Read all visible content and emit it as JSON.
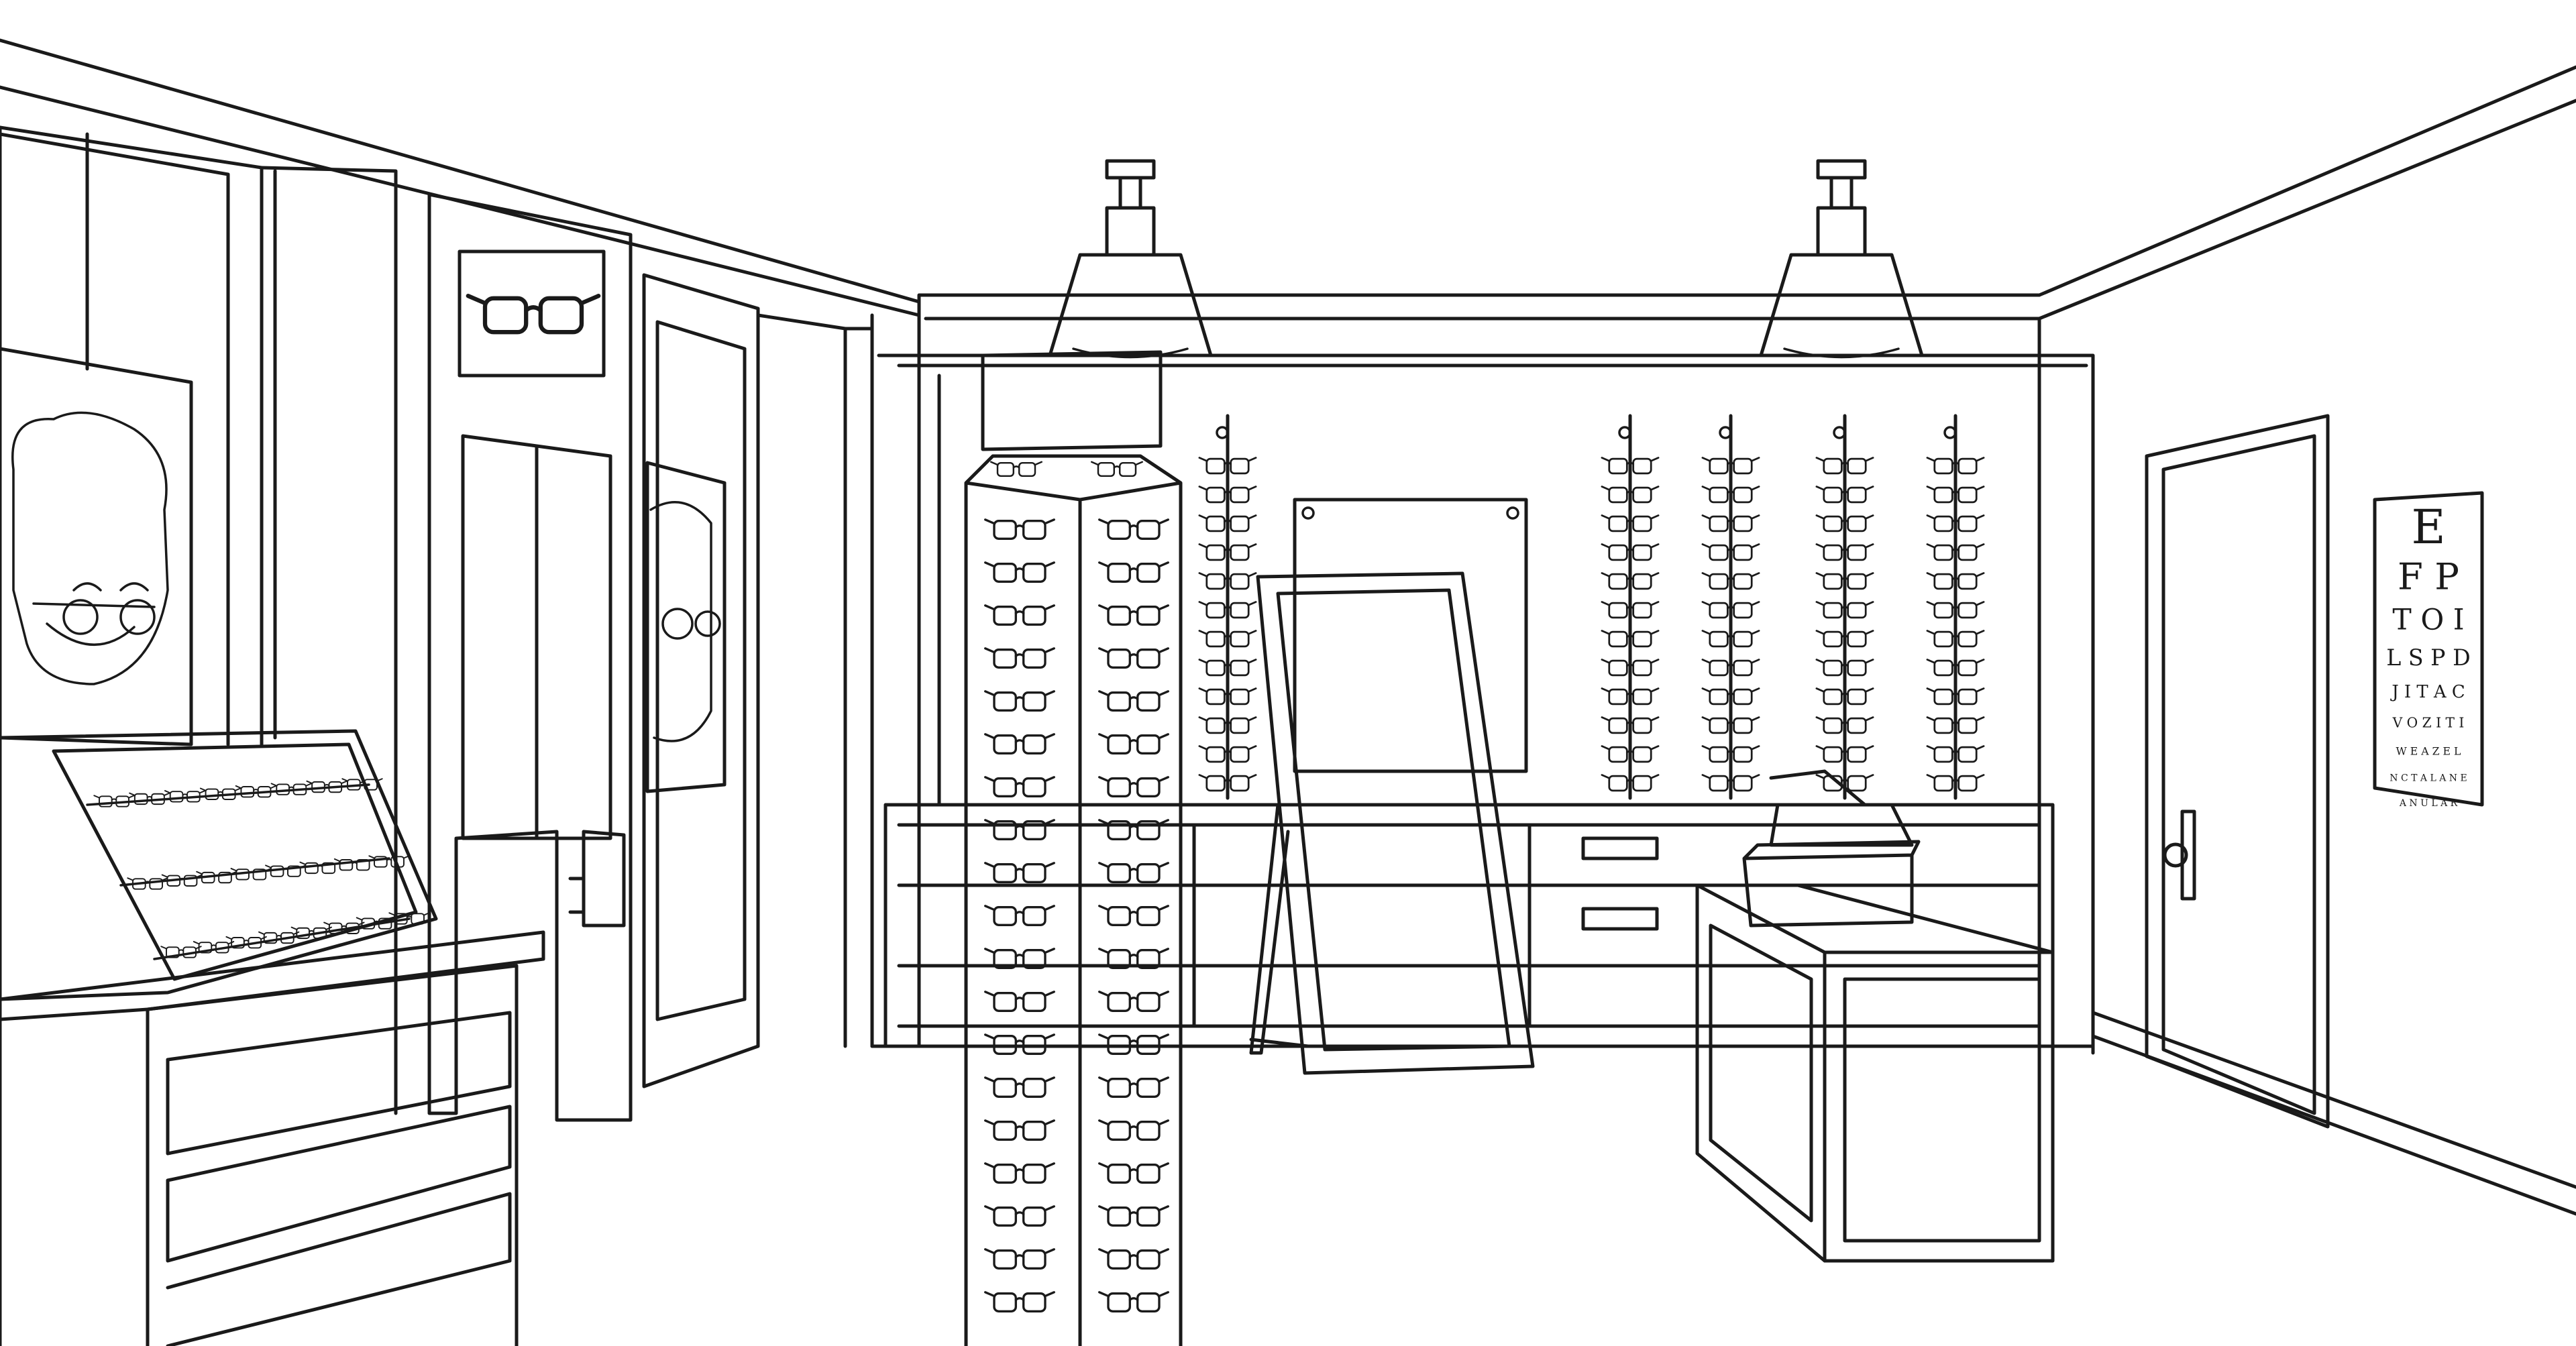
{
  "scene": {
    "style": "line-art",
    "colors": {
      "line": "#1a1a1a",
      "background": "#ffffff"
    }
  },
  "eye_chart": {
    "rows": [
      "E",
      "F P",
      "T O I",
      "L S P D",
      "J I T A C",
      "V O Z I T I",
      "W E A Z E L",
      "N C T A L A N E",
      "A N U L A R"
    ]
  },
  "icons": {
    "sign": "glasses-icon",
    "rack": "glasses-icon"
  }
}
